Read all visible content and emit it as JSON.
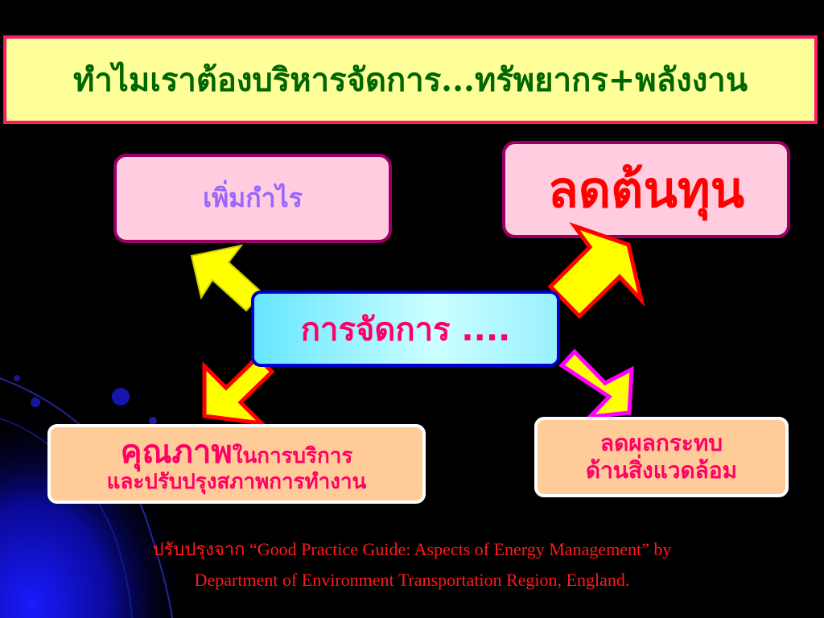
{
  "title": "ทำไมเราต้องบริหารจัดการ...ทรัพยากร+พลังงาน",
  "center": {
    "label": "การจัดการ ...."
  },
  "outcomes": {
    "profit": "เพิ่มกำไร",
    "cost": "ลดต้นทุน",
    "quality": {
      "big": "คุณภาพ",
      "small": "ในการบริการ",
      "line2": "และปรับปรุงสภาพการทำงาน"
    },
    "environment": {
      "line1": "ลดผลกระทบ",
      "line2": "ด้านสิ่งแวดล้อม"
    }
  },
  "source": {
    "line1": "ปรับปรุงจาก “Good Practice Guide: Aspects of Energy Management”  by",
    "line2": "Department of Environment Transportation Region, England."
  },
  "colors": {
    "background": "#000000",
    "title_fill": "#ffff99",
    "title_border": "#ff1a66",
    "title_text": "#006600",
    "arrow_fill": "#ffff00",
    "arrow_border": "#ff0000",
    "arrow_border_alt": "#ff00ff",
    "emphasis_text": "#ff0066"
  }
}
